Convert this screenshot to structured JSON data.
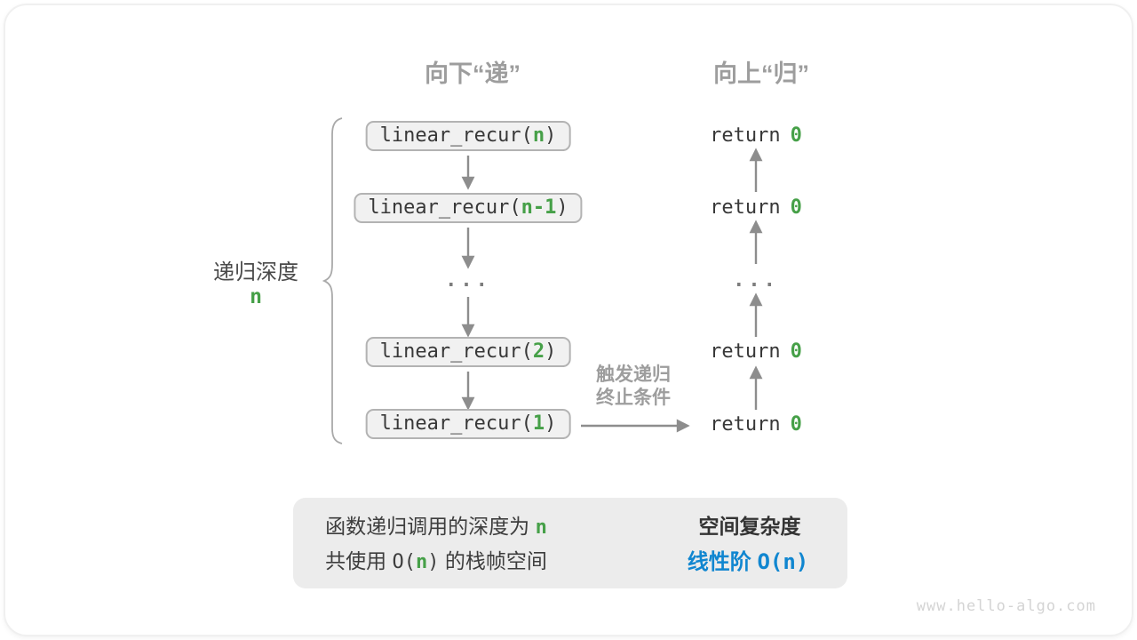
{
  "headers": {
    "down": "向下“递”",
    "up": "向上“归”"
  },
  "depth": {
    "label": "递归深度",
    "value": "n"
  },
  "calls": [
    {
      "prefix": "linear_recur(",
      "arg": "n",
      "suffix": ")"
    },
    {
      "prefix": "linear_recur(",
      "arg": "n-1",
      "suffix": ")"
    },
    {
      "prefix": "linear_recur(",
      "arg": "2",
      "suffix": ")"
    },
    {
      "prefix": "linear_recur(",
      "arg": "1",
      "suffix": ")"
    }
  ],
  "returns": [
    {
      "keyword": "return",
      "value": "0"
    },
    {
      "keyword": "return",
      "value": "0"
    },
    {
      "keyword": "return",
      "value": "0"
    },
    {
      "keyword": "return",
      "value": "0"
    }
  ],
  "ellipsis": "...",
  "trigger": {
    "line1": "触发递归",
    "line2": "终止条件"
  },
  "summary": {
    "line1_text": "函数递归调用的深度为 ",
    "line1_value": "n",
    "line2_part1": "共使用 ",
    "line2_code_open": "O(",
    "line2_code_arg": "n",
    "line2_code_close": ")",
    "line2_part2": " 的栈帧空间",
    "right_title": "空间复杂度",
    "result_text": "线性阶 ",
    "result_code": "O(n)"
  },
  "watermark": "www.hello-algo.com",
  "colors": {
    "accent_green": "#46a048",
    "accent_blue": "#1086d0",
    "arrow_gray": "#8d8d8d",
    "box_fill": "#f1f1f1",
    "box_border": "#b3b3b3",
    "summary_fill": "#ececec",
    "header_gray": "#9d9d9d"
  }
}
